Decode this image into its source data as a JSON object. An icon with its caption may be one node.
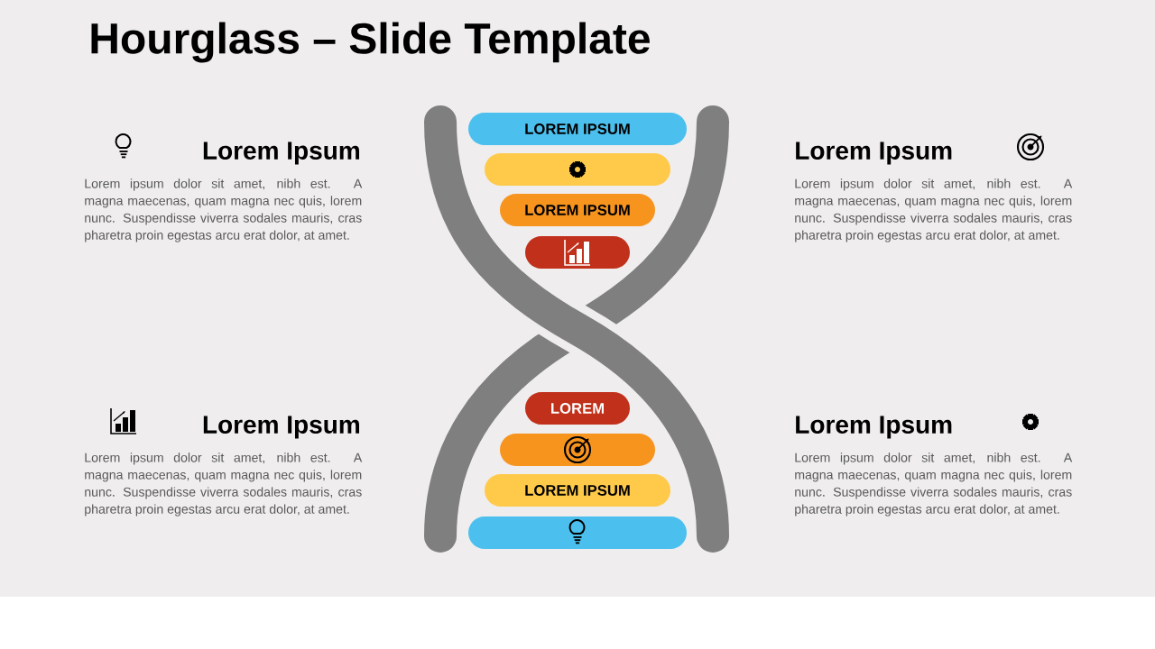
{
  "diagram": {
    "title": "Hourglass – Slide Template",
    "nodes": [
      {
        "text": [
          "LOREM IPSUM"
        ]
      },
      {
        "text": [],
        "shape": "box"
      },
      {
        "text": [
          "LOREM IPSUM"
        ]
      },
      {
        "text": [],
        "shape": "box"
      },
      {
        "text": [
          "LOREM"
        ]
      },
      {
        "text": [],
        "shape": "box"
      },
      {
        "text": [
          "LOREM IPSUM"
        ]
      },
      {
        "text": [],
        "shape": "box"
      }
    ],
    "labels": [
      "Lorem Ipsum",
      "Lorem ipsum dolor sit amet, nibh est. A magna maecenas, quam magna nec quis, lorem nunc. Suspendisse viverra sodales mauris, cras pharetra proin egestas arcu erat dolor, at amet.",
      "Lorem Ipsum",
      "Lorem ipsum dolor sit amet, nibh est. A magna maecenas, quam magna nec quis, lorem nunc. Suspendisse viverra sodales mauris, cras pharetra proin egestas arcu erat dolor, at amet.",
      "Lorem Ipsum",
      "Lorem ipsum dolor sit amet, nibh est. A magna maecenas, quam magna nec quis, lorem nunc. Suspendisse viverra sodales mauris, cras pharetra proin egestas arcu erat dolor, at amet.",
      "Lorem Ipsum",
      "Lorem ipsum dolor sit amet, nibh est. A magna maecenas, quam magna nec quis, lorem nunc. Suspendisse viverra sodales mauris, cras pharetra proin egestas arcu erat dolor, at amet."
    ]
  }
}
